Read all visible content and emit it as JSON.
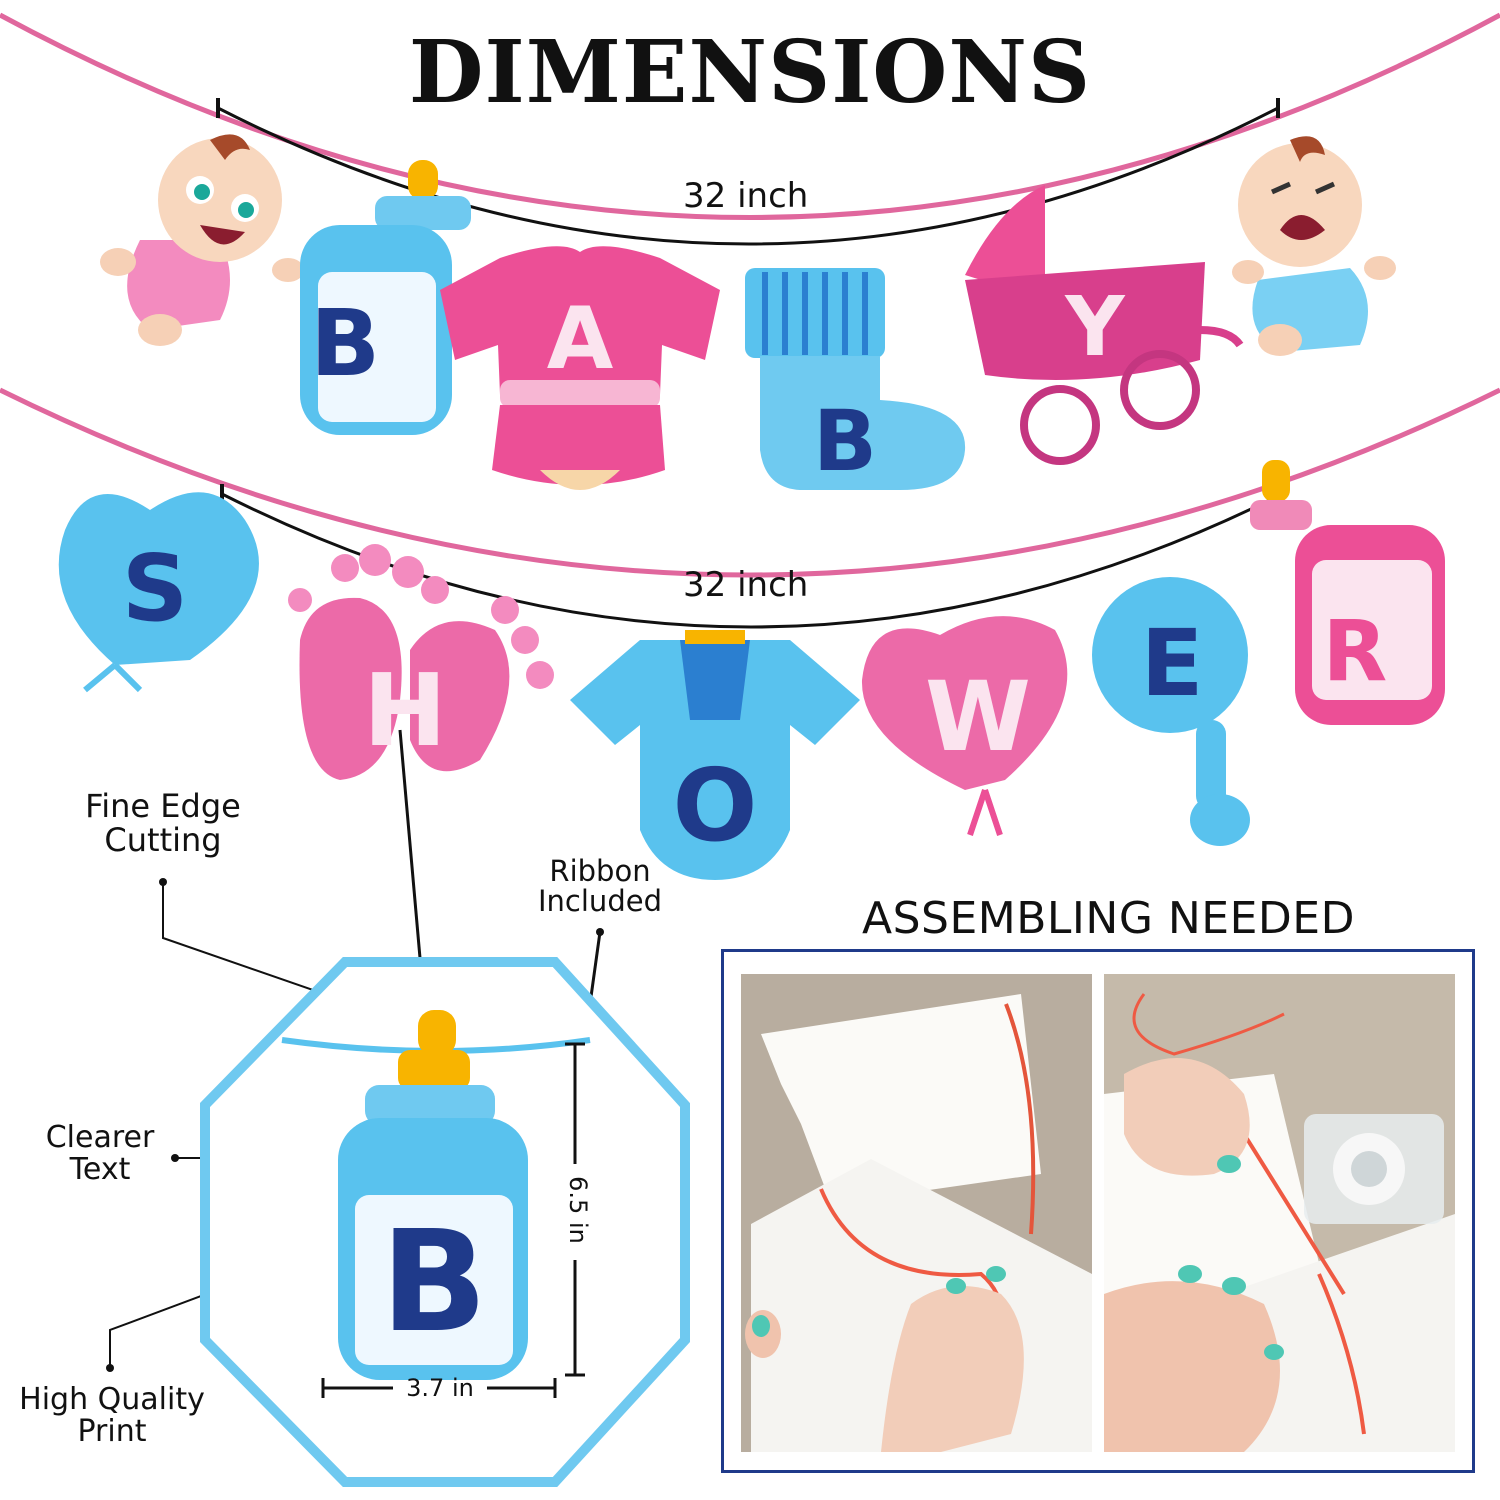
{
  "title": "DIMENSIONS",
  "banner": {
    "row1_letters": [
      "B",
      "A",
      "B",
      "Y"
    ],
    "row2_letters": [
      "S",
      "H",
      "O",
      "W",
      "E",
      "R"
    ],
    "row1_width": "32 inch",
    "row2_width": "32 inch"
  },
  "callouts": {
    "fine_edge": "Fine Edge Cutting",
    "ribbon": "Ribbon Included",
    "clearer_text": "Clearer Text",
    "high_quality": "High Quality Print"
  },
  "detail": {
    "letter": "B",
    "height": "6.5 in",
    "width": "3.7 in"
  },
  "assembling": {
    "title": "ASSEMBLING NEEDED"
  },
  "colors": {
    "pink": "#ec4f96",
    "light_pink": "#f7b6d3",
    "blue": "#59c2ee",
    "light_blue": "#bfe8fb",
    "navy": "#1f3a8a",
    "string": "#e0679d"
  }
}
